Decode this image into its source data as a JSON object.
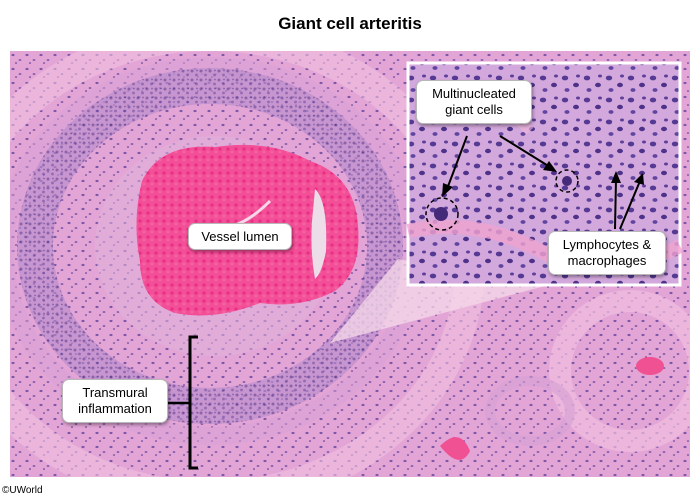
{
  "title": "Giant cell arteritis",
  "labels": {
    "vessel_lumen": "Vessel lumen",
    "transmural_line1": "Transmural",
    "transmural_line2": "inflammation",
    "giant_line1": "Multinucleated",
    "giant_line2": "giant cells",
    "lympho_line1": "Lymphocytes &",
    "lympho_line2": "macrophages"
  },
  "credit": "©UWorld",
  "colors": {
    "tissue_pink": "#e9a9d4",
    "lumen_red": "#f0458f",
    "nuclei_purple": "#6a4a9a",
    "inset_bg": "#cf9fd6"
  }
}
